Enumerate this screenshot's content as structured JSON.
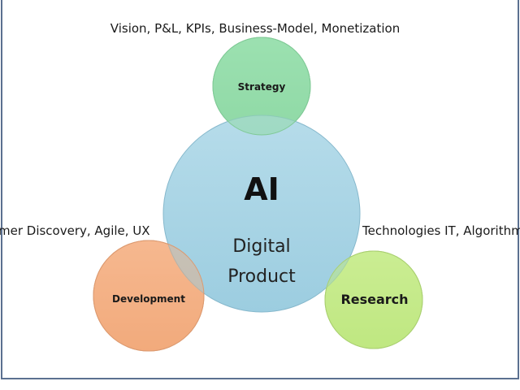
{
  "strategy": {
    "caption": "Vision, P&L, KPIs, Business-Model, Monetization",
    "label": "Strategy"
  },
  "development": {
    "caption": "mer Discovery, Agile, UX",
    "label": "Development"
  },
  "research": {
    "caption": "Technologies IT, Algorithm",
    "label": "Research"
  },
  "core": {
    "title": "AI",
    "subtitle_line1": "Digital",
    "subtitle_line2": "Product"
  },
  "colors": {
    "core": "#a8d4e4",
    "strategy": "#9fe3b2",
    "development": "#f7b88e",
    "research": "#cdef94",
    "frame": "#5b7090"
  }
}
